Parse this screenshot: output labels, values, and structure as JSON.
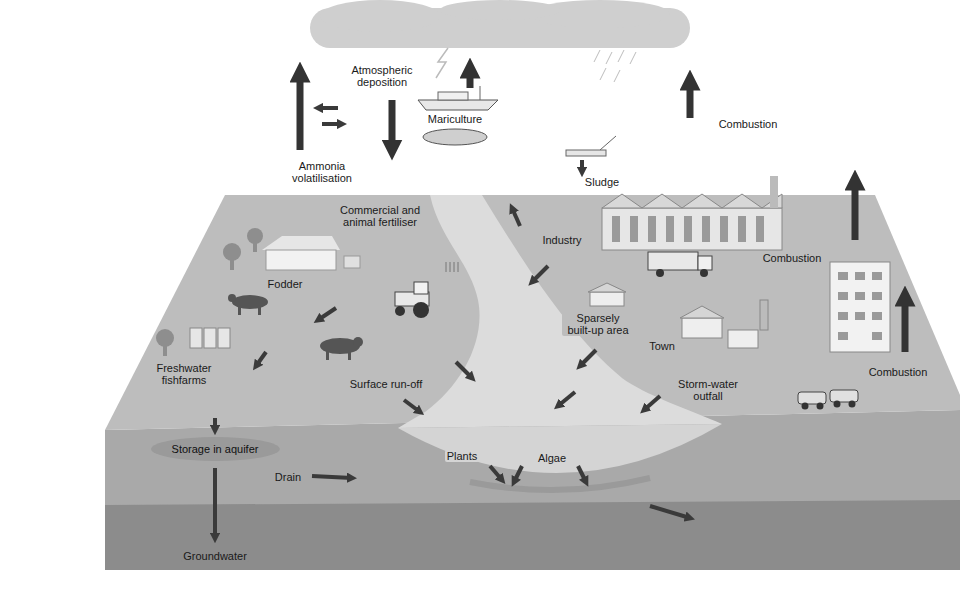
{
  "diagram": {
    "nodes": [
      {
        "text": [
          "Storage in aquifer"
        ]
      }
    ],
    "labels": [
      "Atmospheric deposition",
      "Ammonia volatilisation",
      "Mariculture",
      "Combustion",
      "Sludge",
      "Commercial and animal fertiliser",
      "Industry",
      "Fodder",
      "Sparsely built-up area",
      "Town",
      "Combustion",
      "Storm-water outfall",
      "Combustion",
      "Surface run-off",
      "Freshwater fishfarms",
      "Groundwater",
      "Drain",
      "Plants",
      "Algae"
    ]
  }
}
